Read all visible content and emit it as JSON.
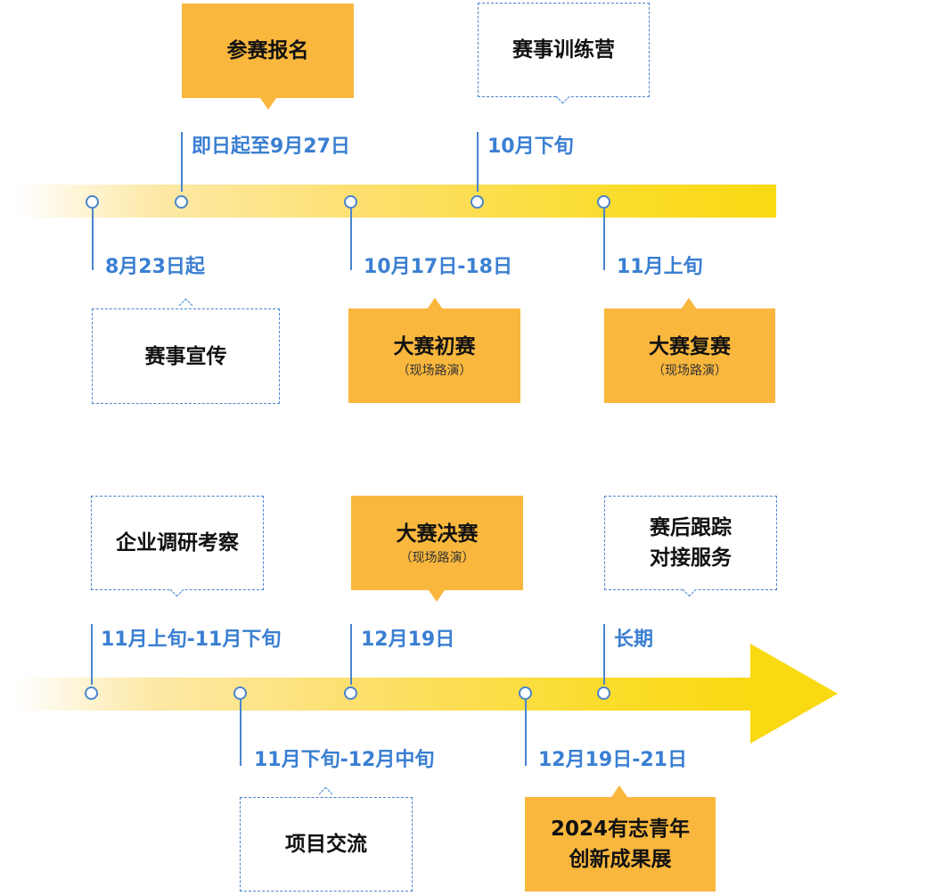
{
  "colors": {
    "accent_blue": "#3a7fd2",
    "box_orange": "#f9b73d",
    "band_yellow": "#f9d911"
  },
  "row1": {
    "above": [
      {
        "title": "参赛报名",
        "date": "即日起至9月27日",
        "style": "solid"
      },
      {
        "title": "赛事训练营",
        "date": "10月下旬",
        "style": "dashed"
      }
    ],
    "below": [
      {
        "date": "8月23日起",
        "title": "赛事宣传",
        "style": "dashed"
      },
      {
        "date": "10月17日-18日",
        "title": "大赛初赛",
        "sub": "（现场路演）",
        "style": "solid"
      },
      {
        "date": "11月上旬",
        "title": "大赛复赛",
        "sub": "（现场路演）",
        "style": "solid"
      }
    ]
  },
  "row2": {
    "above": [
      {
        "title": "企业调研考察",
        "date": "11月上旬-11月下旬",
        "style": "dashed"
      },
      {
        "title": "大赛决赛",
        "sub": "（现场路演）",
        "date": "12月19日",
        "style": "solid"
      },
      {
        "title_line1": "赛后跟踪",
        "title_line2": "对接服务",
        "date": "长期",
        "style": "dashed"
      }
    ],
    "below": [
      {
        "date": "11月下旬-12月中旬",
        "title": "项目交流",
        "style": "dashed"
      },
      {
        "date": "12月19日-21日",
        "title_line1": "2024有志青年",
        "title_line2": "创新成果展",
        "style": "solid"
      }
    ]
  }
}
